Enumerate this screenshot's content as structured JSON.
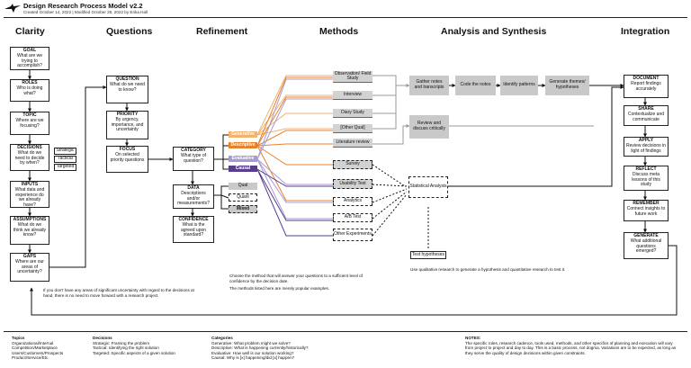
{
  "header": {
    "title": "Design Research Process Model v2.2",
    "subtitle": "Created October 14, 2022 | Modified October 28, 2022 by Erika Hall"
  },
  "columns": [
    "Clarity",
    "Questions",
    "Refinement",
    "Methods",
    "Analysis and Synthesis",
    "Integration"
  ],
  "clarity": [
    {
      "title": "GOAL",
      "body": "What are we trying to accomplish?"
    },
    {
      "title": "ROLES",
      "body": "Who is doing what?"
    },
    {
      "title": "TOPIC",
      "body": "Where are we focusing?"
    },
    {
      "title": "DECISIONS",
      "body": "What do we need to decide by when?"
    },
    {
      "title": "INPUTS",
      "body": "What data and experience do we already have?"
    },
    {
      "title": "ASSUMPTIONS",
      "body": "What do we think we already know?"
    },
    {
      "title": "GAPS",
      "body": "Where are our areas of uncertainty?"
    }
  ],
  "decision_types": [
    "Strategic",
    "Tactical",
    "Targeted"
  ],
  "questions": [
    {
      "title": "QUESTION",
      "body": "What do we need to know?"
    },
    {
      "title": "PRIORITY",
      "body": "By urgency, importance, and uncertainty"
    },
    {
      "title": "FOCUS",
      "body": "On selected priority questions"
    }
  ],
  "refinement": [
    {
      "title": "CATEGORY",
      "body": "What type of question?"
    },
    {
      "title": "DATA",
      "body": "Descriptions and/or measurements?"
    },
    {
      "title": "CONFIDENCE",
      "body": "What is the agreed upon standard?"
    }
  ],
  "categories": [
    {
      "label": "Generative",
      "color": "#f4b26b"
    },
    {
      "label": "Descriptive",
      "color": "#e8822a"
    },
    {
      "label": "Evaluative",
      "color": "#a99bd1"
    },
    {
      "label": "Causal",
      "color": "#5a3d8f"
    }
  ],
  "data_types": [
    "Qual",
    "Quant",
    "Mixed"
  ],
  "methods": [
    "Observation/ Field Study",
    "Interview",
    "Diary Study",
    "[Other Qual]",
    "Literature review",
    "Survey",
    "Usability Test",
    "Analytics",
    "A/B Test",
    "Other Experiments"
  ],
  "analysis": {
    "gather": "Gather notes and transcripts",
    "code": "Code the notes",
    "identify": "Identify patterns",
    "generate": "Generate themes/ hypotheses",
    "review": "Review and discuss critically",
    "statistical": "Statistical Analysis",
    "test_hypotheses": "Test hypotheses",
    "note": "Use qualitative research to generate a hypothesis and quantitative research to test it."
  },
  "integration": [
    {
      "title": "DOCUMENT",
      "body": "Report findings accurately"
    },
    {
      "title": "SHARE",
      "body": "Contextualize and communicate"
    },
    {
      "title": "APPLY",
      "body": "Review decisions in light of findings"
    },
    {
      "title": "REFLECT",
      "body": "Discuss meta lessons of this study"
    },
    {
      "title": "REMEMBER",
      "body": "Connect insights to future work"
    },
    {
      "title": "GENERATE",
      "body": "What additional questions emerged?"
    }
  ],
  "notes": {
    "gaps_note": "If you don't have any areas of significant uncertainty with regard to the decisions at hand, there is no need to move forward with a research project.",
    "methods_note_1": "Choose the method that will answer your questions to a sufficient level of confidence by the decision date.",
    "methods_note_2": "The methods listed here are merely popular examples."
  },
  "footer": {
    "topics": {
      "title": "Topics",
      "lines": [
        "Organizational/Internal",
        "Competition/Marketplace",
        "Users/Customers/Prospects",
        "Product/Service/Etc."
      ]
    },
    "decisions": {
      "title": "Decisions",
      "lines": [
        "Strategic: Framing the problem",
        "Tactical: Identifying the right solution",
        "Targeted: Specific aspects of a given solution"
      ]
    },
    "categories": {
      "title": "Categories",
      "lines": [
        "Generative: What problem might we solve?",
        "Descriptive: What is happening currently/historically?",
        "Evaluative: How well is our solution working?",
        "Causal: Why is [x] happening/did [x] happen?"
      ]
    },
    "notes": {
      "title": "NOTES:",
      "body": "The specific roles, research cadence, tools used, methods, and other specifics of planning and execution will vary from project to project and day to day. This is a basic process, not dogma. Variations are to be expected, as long as they serve the quality of design decisions within given constraints."
    }
  },
  "colors": {
    "orange": "#e8822a",
    "light_orange": "#f4b26b",
    "purple": "#5a3d8f",
    "lavender": "#a99bd1",
    "gray_box": "#c9c9c9"
  }
}
